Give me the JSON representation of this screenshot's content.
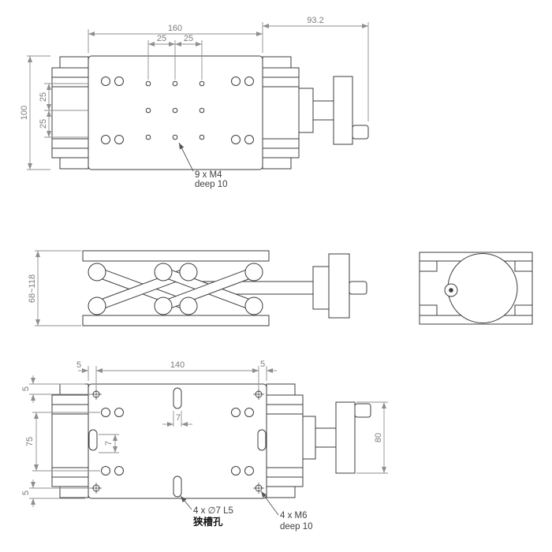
{
  "drawing": {
    "top_view": {
      "dim_width": "160",
      "dim_knob": "93.2",
      "dim_col_a": "25",
      "dim_col_b": "25",
      "dim_height": "100",
      "dim_row_a": "25",
      "dim_row_b": "25",
      "note_holes_1": "9 x M4",
      "note_holes_2": "deep 10"
    },
    "front_view": {
      "dim_height_range": "68~118"
    },
    "bottom_view": {
      "dim_edge_left": "5",
      "dim_width": "140",
      "dim_edge_right": "5",
      "dim_edge_top": "5",
      "dim_height": "75",
      "dim_edge_bottom": "5",
      "dim_slot_w": "7",
      "dim_slot_l": "7",
      "dim_knob_height": "80",
      "note_slot_1": "4 x ∅7 L5",
      "note_slot_2": "狭槽孔",
      "note_m6_1": "4 x M6",
      "note_m6_2": "deep 10"
    },
    "colors": {
      "line": "#3d3d3d",
      "dim_line": "#8f8f8f",
      "background": "#ffffff"
    }
  }
}
